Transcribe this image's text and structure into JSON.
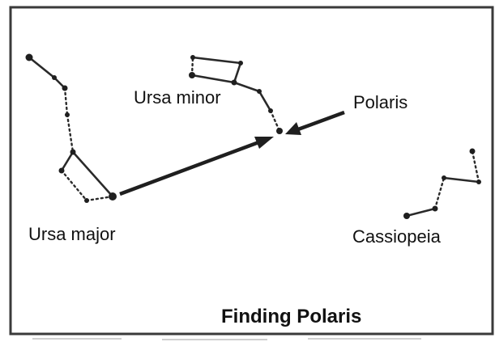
{
  "figure": {
    "title": "Finding Polaris",
    "labels": {
      "ursa_major": "Ursa major",
      "ursa_minor": "Ursa minor",
      "polaris": "Polaris",
      "cassiopeia": "Cassiopeia"
    }
  },
  "colors": {
    "ink": "#1f1f1f",
    "frame": "#3a3a3a",
    "background": "#ffffff"
  }
}
